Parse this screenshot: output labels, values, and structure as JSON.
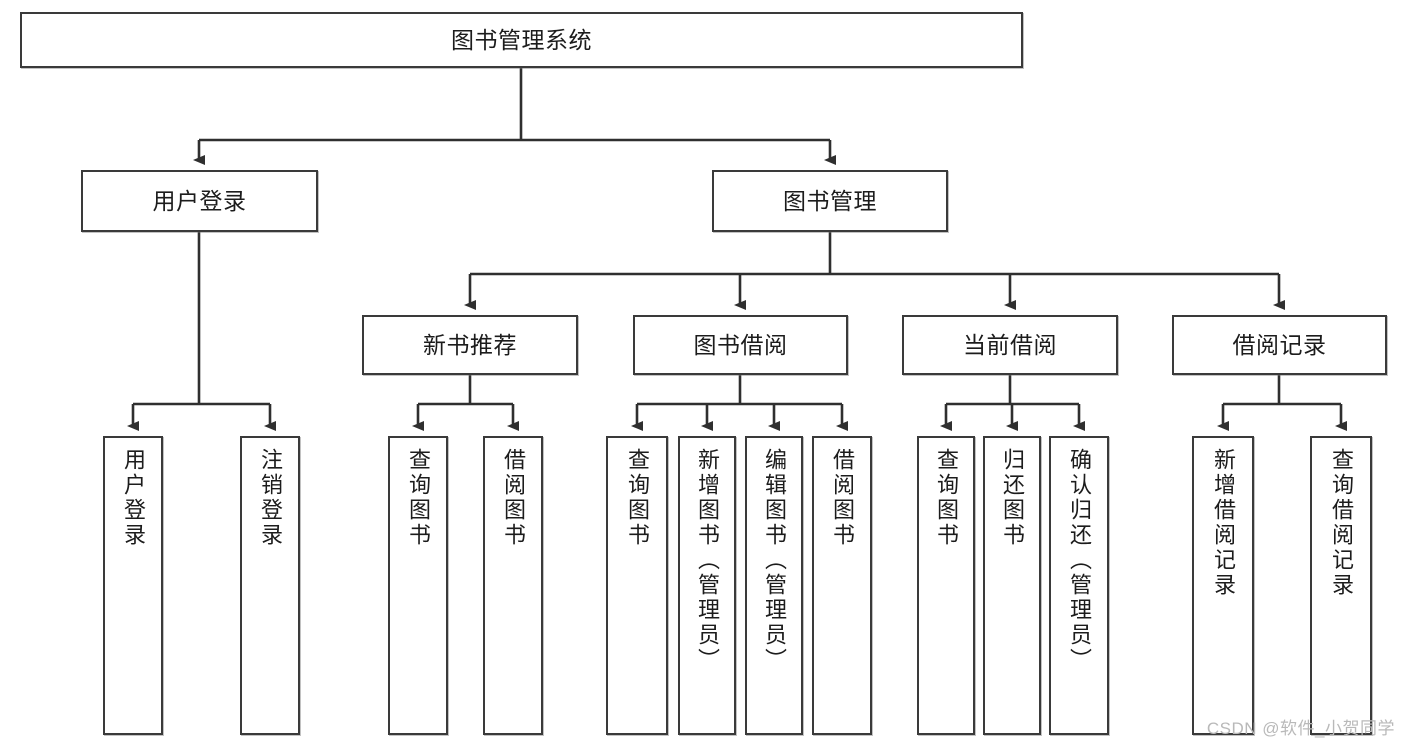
{
  "diagram": {
    "type": "tree-hierarchy",
    "root": {
      "id": "root",
      "label": "图书管理系统"
    },
    "level2": [
      {
        "id": "user-login",
        "label": "用户登录"
      },
      {
        "id": "book-manage",
        "label": "图书管理"
      }
    ],
    "level3": [
      {
        "id": "new-book-recommend",
        "label": "新书推荐",
        "parent": "book-manage"
      },
      {
        "id": "book-borrow",
        "label": "图书借阅",
        "parent": "book-manage"
      },
      {
        "id": "current-borrow",
        "label": "当前借阅",
        "parent": "book-manage"
      },
      {
        "id": "borrow-record",
        "label": "借阅记录",
        "parent": "book-manage"
      }
    ],
    "leaves": [
      {
        "id": "leaf-user-login",
        "label": "用户登录",
        "parent": "user-login"
      },
      {
        "id": "leaf-user-logout",
        "label": "注销登录",
        "parent": "user-login"
      },
      {
        "id": "leaf-query-book-1",
        "label": "查询图书",
        "parent": "new-book-recommend"
      },
      {
        "id": "leaf-borrow-book-1",
        "label": "借阅图书",
        "parent": "new-book-recommend"
      },
      {
        "id": "leaf-query-book-2",
        "label": "查询图书",
        "parent": "book-borrow"
      },
      {
        "id": "leaf-add-book",
        "label": "新增图书（管理员）",
        "parent": "book-borrow"
      },
      {
        "id": "leaf-edit-book",
        "label": "编辑图书（管理员）",
        "parent": "book-borrow"
      },
      {
        "id": "leaf-borrow-book-2",
        "label": "借阅图书",
        "parent": "book-borrow"
      },
      {
        "id": "leaf-query-book-3",
        "label": "查询图书",
        "parent": "current-borrow"
      },
      {
        "id": "leaf-return-book",
        "label": "归还图书",
        "parent": "current-borrow"
      },
      {
        "id": "leaf-confirm-return",
        "label": "确认归还（管理员）",
        "parent": "current-borrow"
      },
      {
        "id": "leaf-add-record",
        "label": "新增借阅记录",
        "parent": "borrow-record"
      },
      {
        "id": "leaf-query-record",
        "label": "查询借阅记录",
        "parent": "borrow-record"
      }
    ],
    "colors": {
      "box_border": "#3a3a3a",
      "box_fill": "#ffffff",
      "connector": "#2f2f2f",
      "text": "#1c1c1c",
      "watermark": "#b9b9b9"
    }
  },
  "watermark": {
    "text": "CSDN @软件_小贺同学"
  }
}
